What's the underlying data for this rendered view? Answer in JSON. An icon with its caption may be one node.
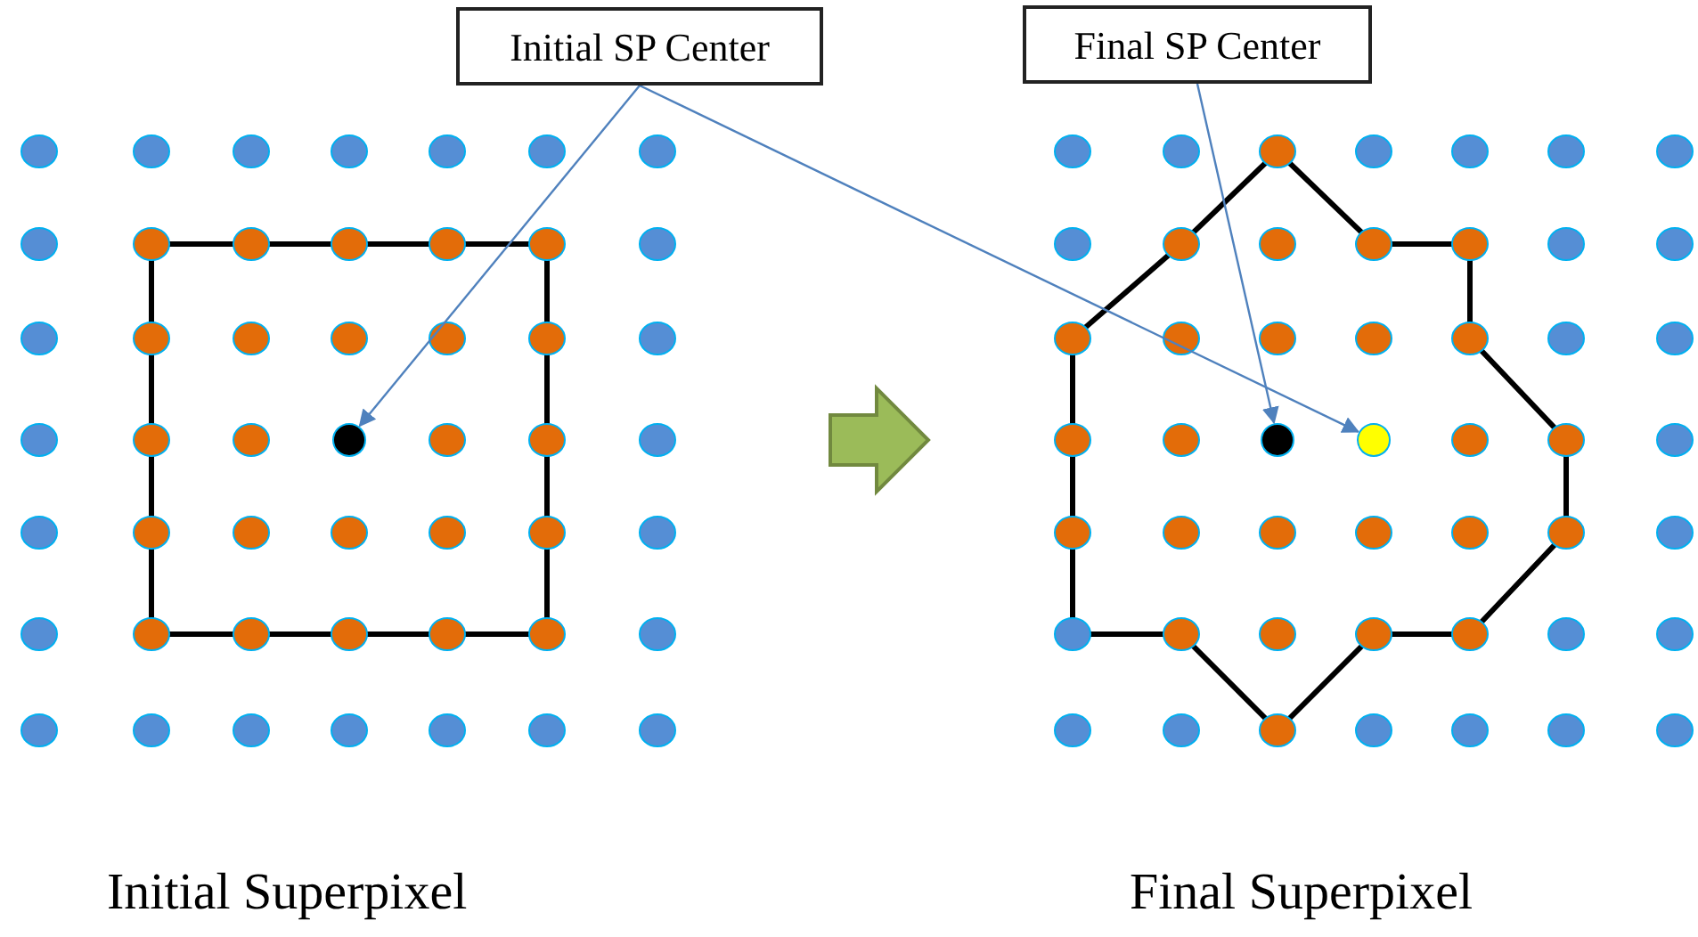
{
  "diagram": {
    "nodes": [
      {
        "text": [
          "Initial SP Center"
        ]
      },
      {
        "text": [
          "Final SP Center"
        ]
      },
      {
        "text": [],
        "shape": "circle"
      },
      {
        "text": [],
        "shape": "circle"
      },
      {
        "text": [],
        "shape": "circle"
      }
    ],
    "edges": [
      {
        "from": 0,
        "to": 2,
        "arrow": "to"
      },
      {
        "from": 0,
        "to": 4,
        "arrow": "to"
      },
      {
        "from": 1,
        "to": 3,
        "arrow": "to"
      }
    ],
    "labels": [
      "Initial Superpixel",
      "Final Superpixel"
    ]
  }
}
